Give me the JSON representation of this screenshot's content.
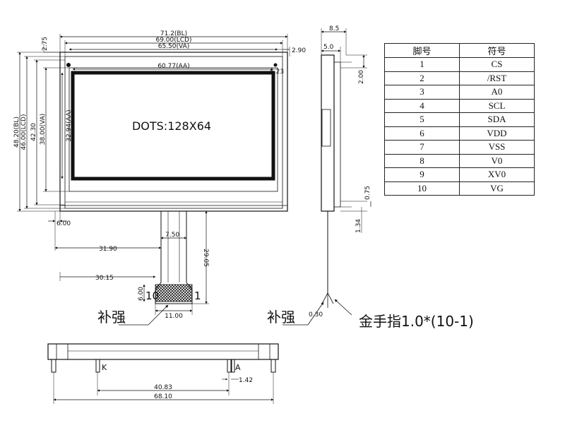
{
  "front_view": {
    "dims": {
      "bl_width": "71.2(BL)",
      "lcd_width": "69.00(LCD)",
      "va_width": "65.50(VA)",
      "aa_width": "60.77(AA)",
      "top_offset": "2.75",
      "right_offset": "2.90",
      "aa_offset": "5.23",
      "bl_height": "48.20(BL)",
      "lcd_height": "46.00(LCD)",
      "h_42": "42.30",
      "va_height": "38.00(VA)",
      "aa_height": "32.94(AA)",
      "left_offset": "6.00",
      "fpc_offset": "31.90",
      "fpc_width": "7.50",
      "fpc_length": "29.05",
      "finger_offset": "30.15",
      "finger_width": "11.00",
      "finger_height": "6.00"
    },
    "display_text": "DOTS:128X64",
    "pin_marker_left": "10",
    "pin_marker_right": "1",
    "stiffener_label": "补强"
  },
  "side_view": {
    "dims": {
      "total_thickness": "8.5",
      "glass_thickness": "5.0",
      "top_gap": "2.00",
      "bottom_gap": "0.75",
      "fpc_offset": "1.34",
      "fpc_thickness": "0.30"
    },
    "stiffener_label": "补强",
    "gold_finger_label": "金手指1.0*(10-1)"
  },
  "bottom_view": {
    "dims": {
      "pin_spacing": "40.83",
      "overall_width": "68.10",
      "pin_width": "1.42"
    },
    "cathode_label": "K",
    "anode_label": "A"
  },
  "pin_table": {
    "headers": [
      "脚号",
      "符号"
    ],
    "rows": [
      [
        "1",
        "CS"
      ],
      [
        "2",
        "/RST"
      ],
      [
        "3",
        "A0"
      ],
      [
        "4",
        "SCL"
      ],
      [
        "5",
        "SDA"
      ],
      [
        "6",
        "VDD"
      ],
      [
        "7",
        "VSS"
      ],
      [
        "8",
        "V0"
      ],
      [
        "9",
        "XV0"
      ],
      [
        "10",
        "VG"
      ]
    ]
  }
}
